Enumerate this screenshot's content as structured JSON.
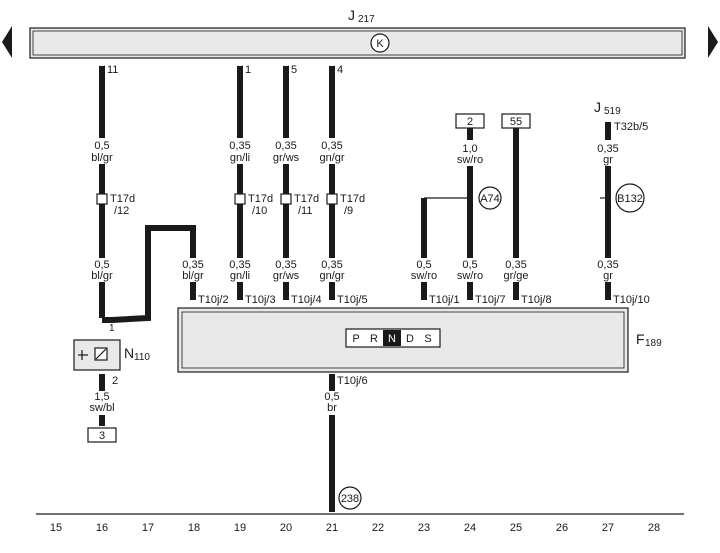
{
  "bus": {
    "label": "J",
    "sub": "217",
    "k_symbol": "K"
  },
  "pins_top": [
    {
      "pin": "11"
    },
    {
      "pin": "1"
    },
    {
      "pin": "5"
    },
    {
      "pin": "4"
    }
  ],
  "wires_upper": [
    {
      "size": "0,5",
      "color": "bl/gr"
    },
    {
      "size": "0,35",
      "color": "gn/li"
    },
    {
      "size": "0,35",
      "color": "gr/ws"
    },
    {
      "size": "0,35",
      "color": "gn/gr"
    }
  ],
  "connectors_t17d": [
    {
      "name": "T17d",
      "pin": "/12"
    },
    {
      "name": "T17d",
      "pin": "/10"
    },
    {
      "name": "T17d",
      "pin": "/11"
    },
    {
      "name": "T17d",
      "pin": "/9"
    }
  ],
  "wires_lower": [
    {
      "size": "0,5",
      "color": "bl/gr"
    },
    {
      "size": "0,35",
      "color": "bl/gr"
    },
    {
      "size": "0,35",
      "color": "gn/li"
    },
    {
      "size": "0,35",
      "color": "gr/ws"
    },
    {
      "size": "0,35",
      "color": "gn/gr"
    },
    {
      "size": "0,5",
      "color": "sw/ro"
    },
    {
      "size": "0,5",
      "color": "sw/ro"
    },
    {
      "size": "0,35",
      "color": "gr/ge"
    },
    {
      "size": "0,35",
      "color": "gr"
    }
  ],
  "wire_top_right": [
    {
      "size": "1,0",
      "color": "sw/ro"
    },
    {
      "size": "0,35",
      "color": "gr"
    }
  ],
  "refs": {
    "box2": "2",
    "box55": "55",
    "box3": "3",
    "a74": "A74",
    "b132": "B132",
    "c238": "238"
  },
  "j519": {
    "label": "J",
    "sub": "519",
    "pin": "T32b/5"
  },
  "t10j": [
    "T10j/2",
    "T10j/3",
    "T10j/4",
    "T10j/5",
    "T10j/1",
    "T10j/7",
    "T10j/8",
    "T10j/10"
  ],
  "t10j_bottom": "T10j/6",
  "f189": {
    "label": "F",
    "sub": "189",
    "gear": [
      "P",
      "R",
      "N",
      "D",
      "S"
    ],
    "active": "N"
  },
  "n110": {
    "label": "N",
    "sub": "110",
    "pin1": "1",
    "pin2": "2",
    "size": "1,5",
    "color": "sw/bl"
  },
  "bottom_wire": {
    "size": "0,5",
    "color": "br"
  },
  "ruler": [
    "15",
    "16",
    "17",
    "18",
    "19",
    "20",
    "21",
    "22",
    "23",
    "24",
    "25",
    "26",
    "27",
    "28"
  ]
}
